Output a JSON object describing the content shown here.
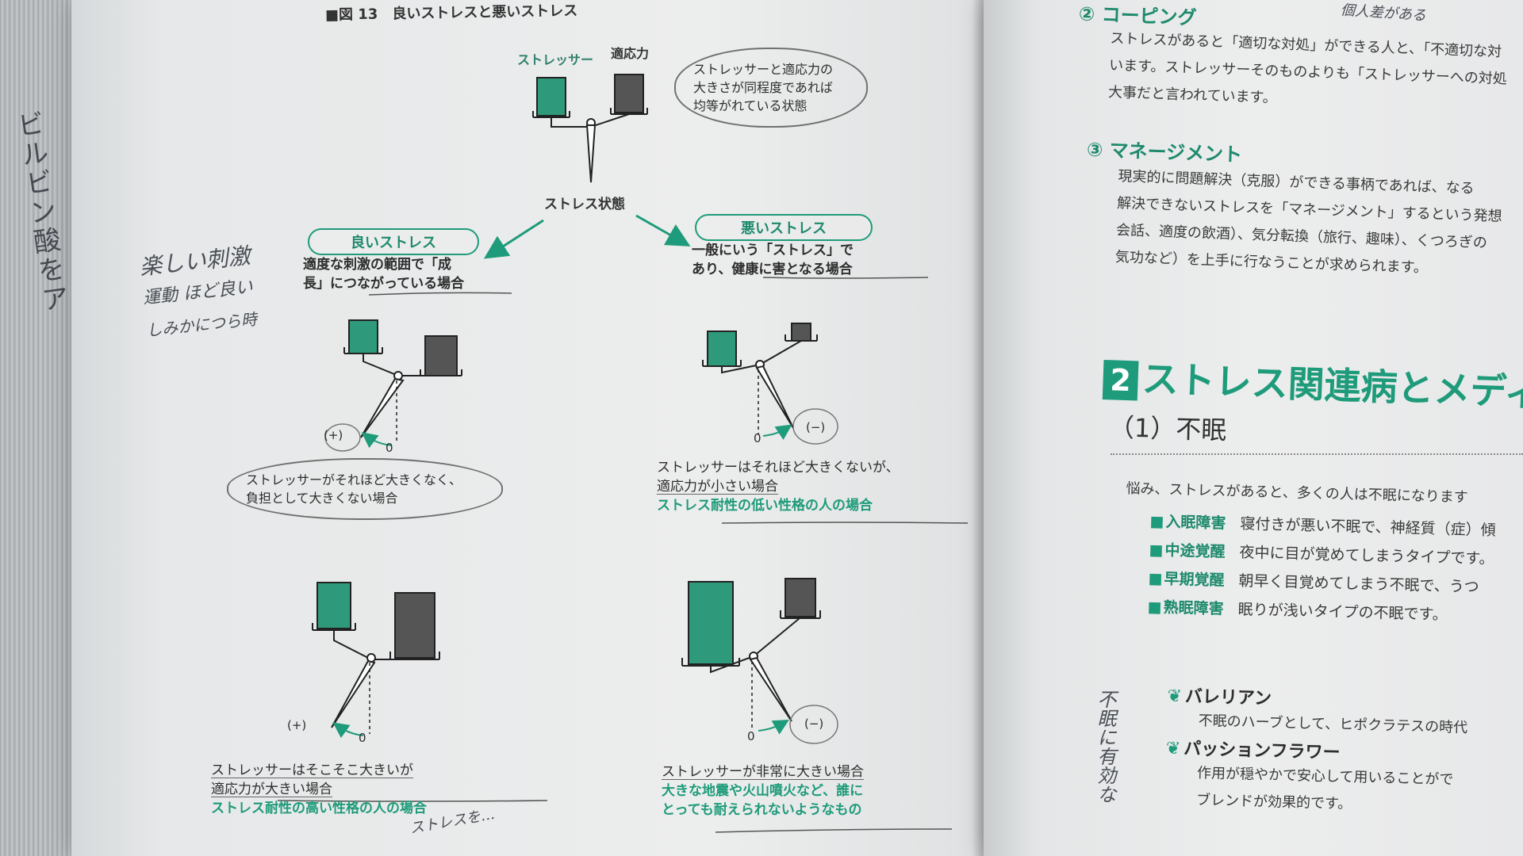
{
  "left_page": {
    "figure_title": "■図 13　良いストレスと悪いストレス",
    "top_labels": {
      "stressor": "ストレッサー",
      "adaptation": "適応力"
    },
    "top_bubble": [
      "ストレッサーと適応力の",
      "大きさが同程度であれば",
      "均等がれている状態"
    ],
    "state_label": "ストレス状態",
    "good": {
      "pill": "良いストレス",
      "desc": [
        "適度な刺激の範囲で「成",
        "長」につながっている場合"
      ]
    },
    "bad": {
      "pill": "悪いストレス",
      "desc": [
        "一般にいう「ストレス」で",
        "あり、健康に害となる場合"
      ]
    },
    "panel_good1": {
      "sign": "(+)",
      "zero": "0",
      "bubble": [
        "ストレッサーがそれほど大きくなく、",
        "負担として大きくない場合"
      ]
    },
    "panel_bad1": {
      "sign": "(−)",
      "zero": "0",
      "text": [
        "ストレッサーはそれほど大きくないが、",
        "適応力が小さい場合"
      ],
      "green": "ストレス耐性の低い性格の人の場合"
    },
    "panel_good2": {
      "sign": "(+)",
      "zero": "0",
      "text": [
        "ストレッサーはそこそこ大きいが",
        "適応力が大きい場合"
      ],
      "green": "ストレス耐性の高い性格の人の場合"
    },
    "panel_bad2": {
      "sign": "(−)",
      "zero": "0",
      "text": [
        "ストレッサーが非常に大きい場合"
      ],
      "green": [
        "大きな地震や火山噴火など、誰に",
        "とっても耐えられないようなもの"
      ]
    },
    "handwritten_left": [
      "楽しい刺激",
      "運動 ほど良い",
      "しみかにつら時"
    ],
    "handwritten_bottom": "ストレスを…"
  },
  "edge_note": "ビルビン酸をア",
  "right_page": {
    "coping_head": "② コーピング",
    "coping_lines": [
      "ストレスがあると「適切な対処」ができる人と、「不適切な対",
      "います。ストレッサーそのものよりも「ストレッサーへの対処",
      "大事だと言われています。"
    ],
    "mgmt_head": "③ マネージメント",
    "mgmt_lines": [
      "現実的に問題解決（克服）ができる事柄であれば、なる",
      "解決できないストレスを「マネージメント」するという発想",
      "会話、適度の飲酒）、気分転換（旅行、趣味）、くつろぎの",
      "気功など）を上手に行なうことが求められます。"
    ],
    "chapter_num": "2",
    "chapter_title": "ストレス関連病とメディカ",
    "sub_head": "（1）不眠",
    "insomnia_intro": "悩み、ストレスがあると、多くの人は不眠になります",
    "insomnia_types": [
      {
        "term": "入眠障害",
        "desc": "寝付きが悪い不眠で、神経質（症）傾"
      },
      {
        "term": "中途覚醒",
        "desc": "夜中に目が覚めてしまうタイプです。"
      },
      {
        "term": "早期覚醒",
        "desc": "朝早く目覚めてしまう不眠で、うつ"
      },
      {
        "term": "熟眠障害",
        "desc": "眠りが浅いタイプの不眠です。"
      }
    ],
    "herb1_name": "バレリアン",
    "herb1_desc": "不眠のハーブとして、ヒポクラテスの時代",
    "herb2_name": "パッションフラワー",
    "herb2_desc": "作用が穏やかで安心して用いることがで",
    "herb2_desc2": "ブレンドが効果的です。",
    "handwritten_top": "個人差がある",
    "handwritten_margin": "不眠に有効な"
  },
  "colors": {
    "accent_green": "#1e9b7a",
    "stressor_fill": "#2f9a7b",
    "adaptation_fill": "#555555",
    "paper": "#eceded"
  }
}
